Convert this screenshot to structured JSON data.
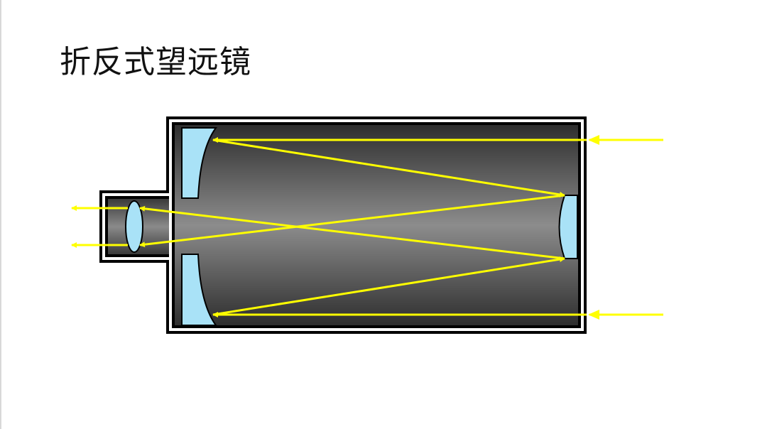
{
  "slide": {
    "title": "折反式望远镜"
  },
  "colors": {
    "ray": "#ffff00",
    "tube_dark": "#333333",
    "tube_light": "#8a8a8a",
    "mirror_fill": "#a9e2f7",
    "outline": "#000000"
  },
  "icons": [
    "primary-mirror",
    "secondary-mirror",
    "eyepiece-lens",
    "light-ray-arrow"
  ]
}
